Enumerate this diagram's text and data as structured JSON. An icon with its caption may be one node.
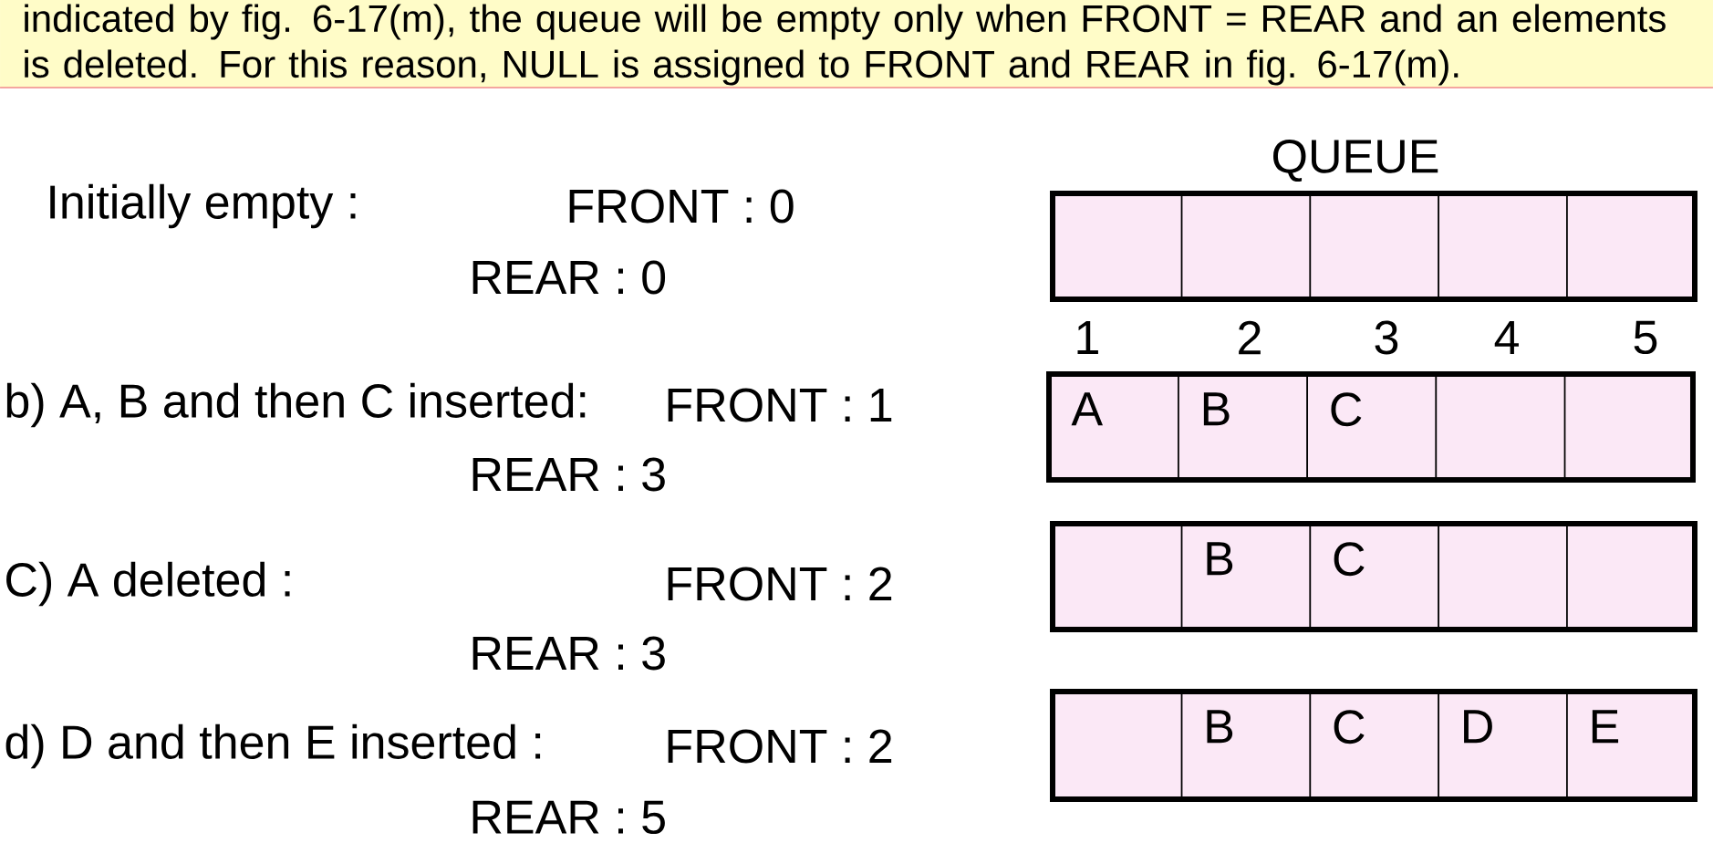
{
  "diagram": {
    "nodes": [
      {
        "text": [],
        "shape": "box"
      },
      {
        "text": [],
        "shape": "box"
      },
      {
        "text": [],
        "shape": "box"
      },
      {
        "text": [],
        "shape": "box"
      },
      {
        "text": [],
        "shape": "box"
      },
      {
        "text": [
          "A"
        ]
      },
      {
        "text": [
          "B"
        ]
      },
      {
        "text": [
          "C"
        ]
      },
      {
        "text": [],
        "shape": "box"
      },
      {
        "text": [],
        "shape": "box"
      },
      {
        "text": [],
        "shape": "box"
      },
      {
        "text": [
          "B"
        ]
      },
      {
        "text": [
          "C"
        ]
      },
      {
        "text": [],
        "shape": "box"
      },
      {
        "text": [],
        "shape": "box"
      },
      {
        "text": [],
        "shape": "box"
      },
      {
        "text": [
          "B"
        ]
      },
      {
        "text": [
          "C"
        ]
      },
      {
        "text": [
          "D"
        ]
      },
      {
        "text": [
          "E"
        ]
      }
    ],
    "labels": [
      "indicated by fig. 6-17(m), the queue will be empty only when FRONT = REAR and an elements is deleted. For this reason, NULL is assigned to FRONT and REAR in fig. 6-17(m).",
      "QUEUE",
      "Initially empty :",
      "FRONT : 0",
      "REAR : 0",
      "1",
      "2",
      "3",
      "4",
      "5",
      "b) A, B and then C inserted:",
      "FRONT : 1",
      "REAR : 3",
      "C) A deleted :",
      "FRONT : 2",
      "REAR : 3",
      "d) D and then E inserted :",
      "FRONT : 2",
      "REAR : 5"
    ]
  }
}
